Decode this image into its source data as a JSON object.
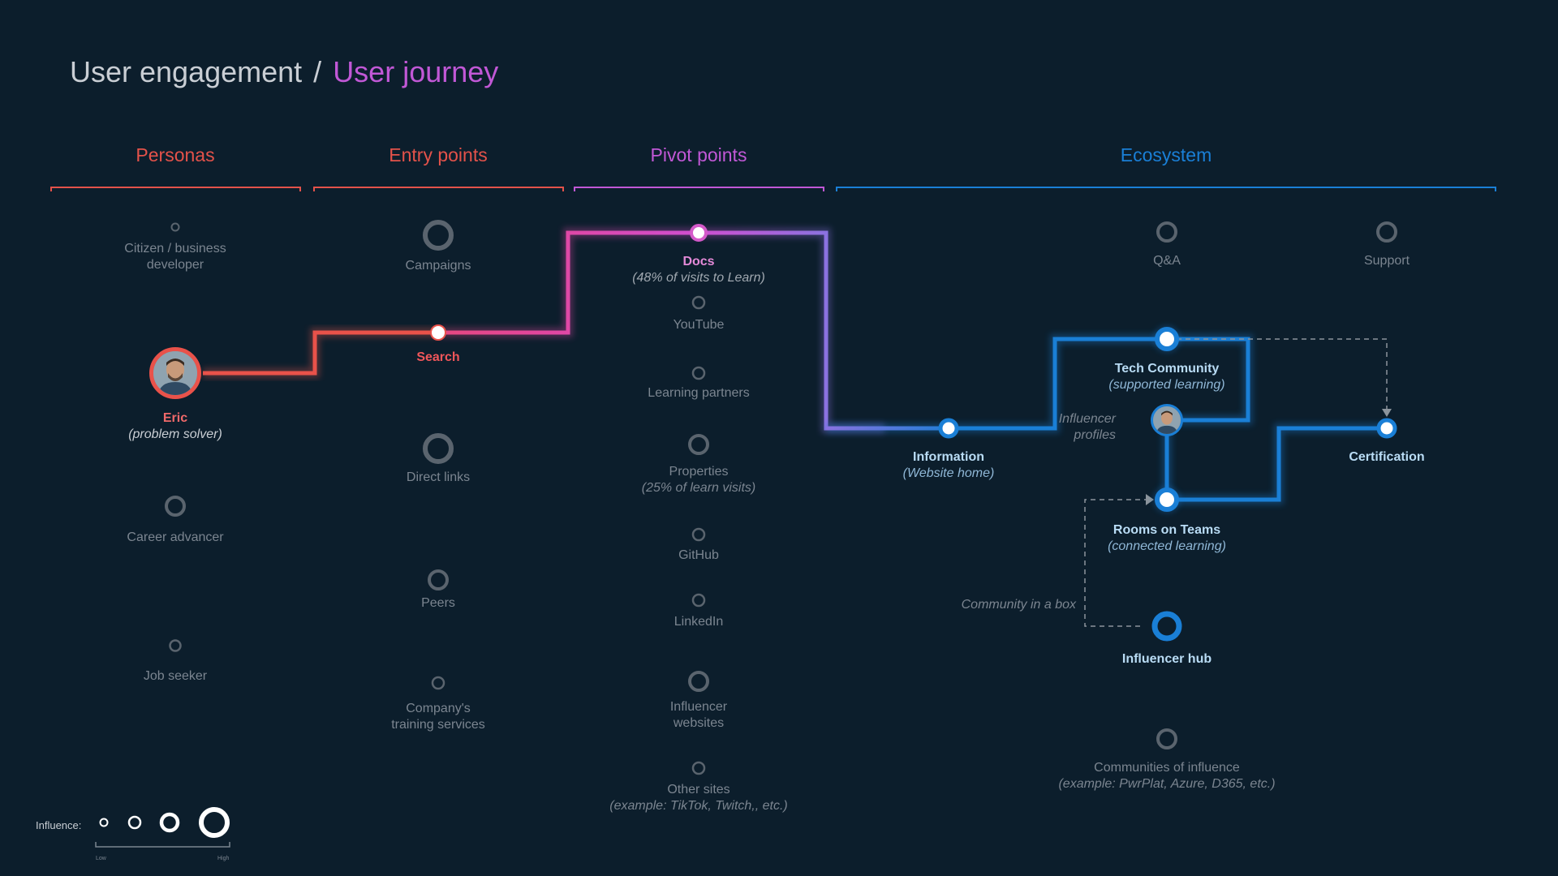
{
  "title": {
    "section": "User engagement",
    "separator": "/",
    "page": "User journey"
  },
  "columns": {
    "personas": "Personas",
    "entry_points": "Entry points",
    "pivot_points": "Pivot points",
    "ecosystem": "Ecosystem"
  },
  "colors": {
    "background": "#0c1e2c",
    "personas": "#e3524a",
    "entry_points": "#e3524a",
    "pivot_points": "#c158d6",
    "ecosystem": "#1a7fd6",
    "inactive": "#5a646e"
  },
  "personas": [
    {
      "label": "Citizen / business developer",
      "influence": "low"
    },
    {
      "label": "Eric",
      "sub": "(problem solver)",
      "active": true
    },
    {
      "label": "Career advancer",
      "influence": "medium"
    },
    {
      "label": "Job seeker",
      "influence": "low"
    }
  ],
  "entry_points": [
    {
      "label": "Campaigns",
      "influence": "high"
    },
    {
      "label": "Search",
      "active": true
    },
    {
      "label": "Direct links",
      "influence": "high"
    },
    {
      "label": "Peers",
      "influence": "medium"
    },
    {
      "label": "Company's training services",
      "influence": "low"
    }
  ],
  "pivot_points": [
    {
      "label": "Docs",
      "sub": "(48% of visits to Learn)",
      "active": true
    },
    {
      "label": "YouTube",
      "influence": "low"
    },
    {
      "label": "Learning partners",
      "influence": "low"
    },
    {
      "label": "Properties",
      "sub": "(25% of learn visits)",
      "influence": "medium"
    },
    {
      "label": "GitHub",
      "influence": "low"
    },
    {
      "label": "LinkedIn",
      "influence": "low"
    },
    {
      "label": "Influencer websites",
      "influence": "medium"
    },
    {
      "label": "Other sites",
      "sub": "(example: TikTok, Twitch,, etc.)",
      "influence": "low"
    }
  ],
  "ecosystem": {
    "qa": "Q&A",
    "support": "Support",
    "tech_community": {
      "label": "Tech Community",
      "sub": "(supported learning)"
    },
    "influencer_profiles": "Influencer profiles",
    "information": {
      "label": "Information",
      "sub": "(Website home)"
    },
    "certification": "Certification",
    "rooms_on_teams": {
      "label": "Rooms on Teams",
      "sub": "(connected learning)"
    },
    "community_in_a_box": "Community in a box",
    "influencer_hub": "Influencer hub",
    "communities_of_influence": {
      "label": "Communities of influence",
      "sub": "(example: PwrPlat, Azure, D365, etc.)"
    }
  },
  "legend": {
    "label": "Influence:",
    "low": "Low",
    "high": "High"
  }
}
